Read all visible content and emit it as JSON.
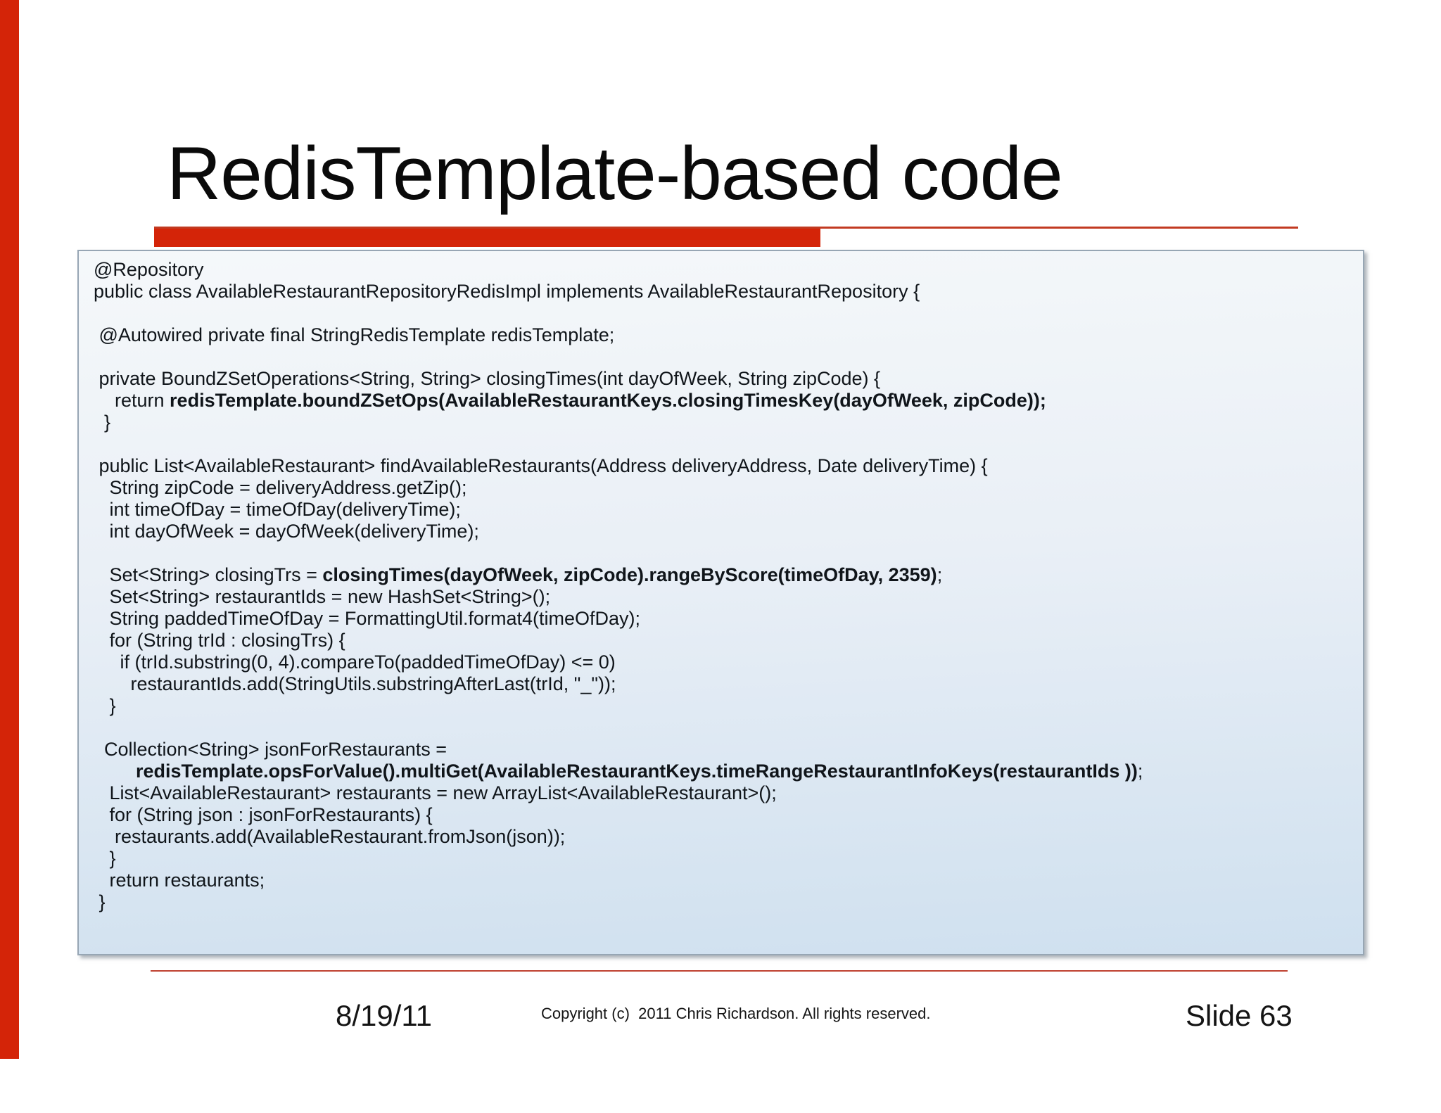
{
  "slide": {
    "title": "RedisTemplate-based code",
    "footer": {
      "date": "8/19/11",
      "copyright": "Copyright (c)  2011 Chris Richardson. All rights reserved.",
      "slide_number": "Slide 63"
    },
    "accent_colors": {
      "bar_red": "#d42408",
      "rule_red": "#bf4130",
      "panel_border": "#97a6b4",
      "panel_gradient_top": "#f5f8fa",
      "panel_gradient_bottom": "#cfe0ef"
    }
  },
  "code": {
    "lines": [
      [
        {
          "t": "@Repository",
          "b": false
        }
      ],
      [
        {
          "t": "public class AvailableRestaurantRepositoryRedisImpl implements AvailableRestaurantRepository {",
          "b": false
        }
      ],
      [
        {
          "t": "",
          "b": false
        }
      ],
      [
        {
          "t": " @Autowired private final StringRedisTemplate redisTemplate;",
          "b": false
        }
      ],
      [
        {
          "t": "",
          "b": false
        }
      ],
      [
        {
          "t": " private BoundZSetOperations<String, String> closingTimes(int dayOfWeek, String zipCode) {",
          "b": false
        }
      ],
      [
        {
          "t": "    return ",
          "b": false
        },
        {
          "t": "redisTemplate.boundZSetOps(AvailableRestaurantKeys.closingTimesKey(dayOfWeek, zipCode));",
          "b": true
        }
      ],
      [
        {
          "t": "  }",
          "b": false
        }
      ],
      [
        {
          "t": "",
          "b": false
        }
      ],
      [
        {
          "t": " public List<AvailableRestaurant> findAvailableRestaurants(Address deliveryAddress, Date deliveryTime) {",
          "b": false
        }
      ],
      [
        {
          "t": "   String zipCode = deliveryAddress.getZip();",
          "b": false
        }
      ],
      [
        {
          "t": "   int timeOfDay = timeOfDay(deliveryTime);",
          "b": false
        }
      ],
      [
        {
          "t": "   int dayOfWeek = dayOfWeek(deliveryTime);",
          "b": false
        }
      ],
      [
        {
          "t": "",
          "b": false
        }
      ],
      [
        {
          "t": "   Set<String> closingTrs = ",
          "b": false
        },
        {
          "t": "closingTimes(dayOfWeek, zipCode).rangeByScore(timeOfDay, 2359)",
          "b": true
        },
        {
          "t": ";",
          "b": false
        }
      ],
      [
        {
          "t": "   Set<String> restaurantIds = new HashSet<String>();",
          "b": false
        }
      ],
      [
        {
          "t": "   String paddedTimeOfDay = FormattingUtil.format4(timeOfDay);",
          "b": false
        }
      ],
      [
        {
          "t": "   for (String trId : closingTrs) {",
          "b": false
        }
      ],
      [
        {
          "t": "     if (trId.substring(0, 4).compareTo(paddedTimeOfDay) <= 0)",
          "b": false
        }
      ],
      [
        {
          "t": "       restaurantIds.add(StringUtils.substringAfterLast(trId, \"_\"));",
          "b": false
        }
      ],
      [
        {
          "t": "   }",
          "b": false
        }
      ],
      [
        {
          "t": "",
          "b": false
        }
      ],
      [
        {
          "t": "  Collection<String> jsonForRestaurants =",
          "b": false
        }
      ],
      [
        {
          "t": "        ",
          "b": false
        },
        {
          "t": "redisTemplate.opsForValue().multiGet(AvailableRestaurantKeys.timeRangeRestaurantInfoKeys(restaurantIds ))",
          "b": true
        },
        {
          "t": ";",
          "b": false
        }
      ],
      [
        {
          "t": "   List<AvailableRestaurant> restaurants = new ArrayList<AvailableRestaurant>();",
          "b": false
        }
      ],
      [
        {
          "t": "   for (String json : jsonForRestaurants) {",
          "b": false
        }
      ],
      [
        {
          "t": "    restaurants.add(AvailableRestaurant.fromJson(json));",
          "b": false
        }
      ],
      [
        {
          "t": "   }",
          "b": false
        }
      ],
      [
        {
          "t": "   return restaurants;",
          "b": false
        }
      ],
      [
        {
          "t": " }",
          "b": false
        }
      ]
    ]
  }
}
